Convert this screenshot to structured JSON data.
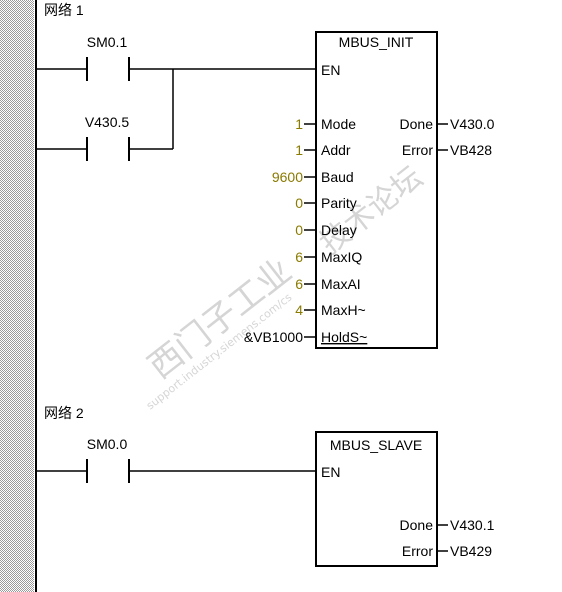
{
  "networks": [
    {
      "title": "网络 1",
      "contacts": [
        "SM0.1",
        "V430.5"
      ],
      "block": {
        "name": "MBUS_INIT",
        "enable": "EN",
        "inputs": [
          {
            "value": "1",
            "pin": "Mode"
          },
          {
            "value": "1",
            "pin": "Addr"
          },
          {
            "value": "9600",
            "pin": "Baud"
          },
          {
            "value": "0",
            "pin": "Parity"
          },
          {
            "value": "0",
            "pin": "Delay"
          },
          {
            "value": "6",
            "pin": "MaxIQ"
          },
          {
            "value": "6",
            "pin": "MaxAI"
          },
          {
            "value": "4",
            "pin": "MaxH~"
          },
          {
            "value": "&VB1000",
            "pin": "HoldS~"
          }
        ],
        "outputs": [
          {
            "pin": "Done",
            "value": "V430.0"
          },
          {
            "pin": "Error",
            "value": "VB428"
          }
        ]
      }
    },
    {
      "title": "网络 2",
      "contacts": [
        "SM0.0"
      ],
      "block": {
        "name": "MBUS_SLAVE",
        "enable": "EN",
        "outputs": [
          {
            "pin": "Done",
            "value": "V430.1"
          },
          {
            "pin": "Error",
            "value": "VB429"
          }
        ]
      }
    }
  ],
  "watermark": {
    "line1": "西门子工业",
    "line2": "support.industry.siemens.com/cs",
    "line3": "技术论坛"
  },
  "colors": {
    "constant": "#8a7a00",
    "rail": "#000000",
    "sidebar": "#d4d0c8"
  }
}
